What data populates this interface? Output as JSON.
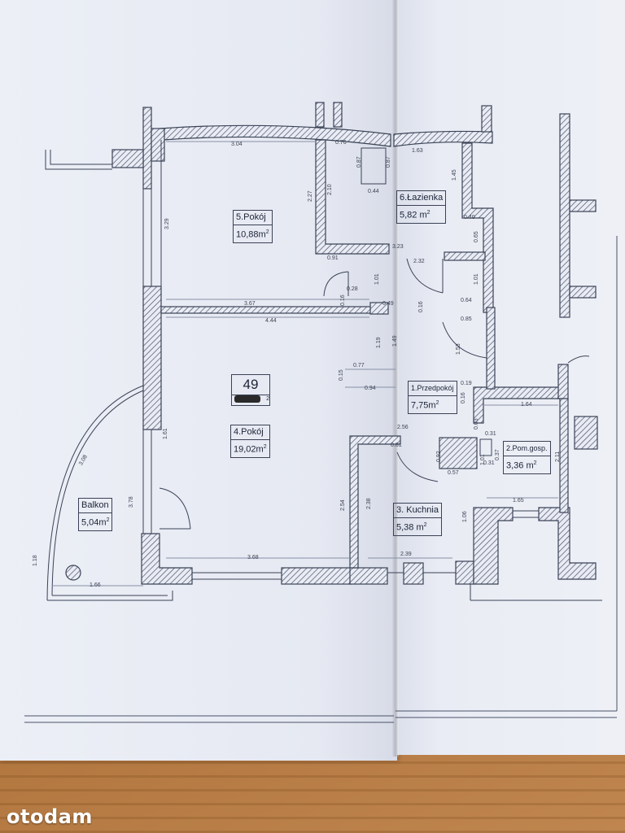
{
  "plan": {
    "apartment_number": "49",
    "apartment_area_suffix": "2",
    "rooms": [
      {
        "id": "pokoj5",
        "name": "5.Pokój",
        "area": "10,88m",
        "sup": "2"
      },
      {
        "id": "lazienka",
        "name": "6.Łazienka",
        "area": "5,82 m",
        "sup": "2"
      },
      {
        "id": "przedpokoj",
        "name": "1.Przedpokój",
        "area": "7,75m",
        "sup": "2"
      },
      {
        "id": "pokoj4",
        "name": "4.Pokój",
        "area": "19,02m",
        "sup": "2"
      },
      {
        "id": "pomgosp",
        "name": "2.Pom.gosp.",
        "area": "3,36 m",
        "sup": "2"
      },
      {
        "id": "kuchnia",
        "name": "3. Kuchnia",
        "area": "5,38  m",
        "sup": "2"
      },
      {
        "id": "balkon",
        "name": "Balkon",
        "area": "5,04m",
        "sup": "2"
      }
    ],
    "dimensions": [
      "3.04",
      "0.76",
      "1.63",
      "0.87",
      "0.87",
      "0.44",
      "2.27",
      "2.10",
      "1.45",
      "3.29",
      "0.40",
      "0.65",
      "3.23",
      "0.91",
      "2.32",
      "1.01",
      "1.01",
      "0.28",
      "0.16",
      "0.49",
      "0.16",
      "0.64",
      "3.67",
      "4.44",
      "0.85",
      "1.19",
      "1.49",
      "1.53",
      "0.77",
      "0.15",
      "0.94",
      "0.19",
      "0.16",
      "1.64",
      "1.61",
      "3.08",
      "2.56",
      "0.81",
      "0.03",
      "0.31",
      "0.92",
      "0.57",
      "0.37",
      "1.01",
      "0.31",
      "2.11",
      "3.78",
      "2.54",
      "2.38",
      "1.65",
      "1.06",
      "1.18",
      "1.66",
      "3.68",
      "2.39"
    ]
  },
  "watermark": "otodam",
  "colors": {
    "ink": "#3a4256",
    "paper": "#eceff6",
    "floor": "#b57a3c"
  }
}
